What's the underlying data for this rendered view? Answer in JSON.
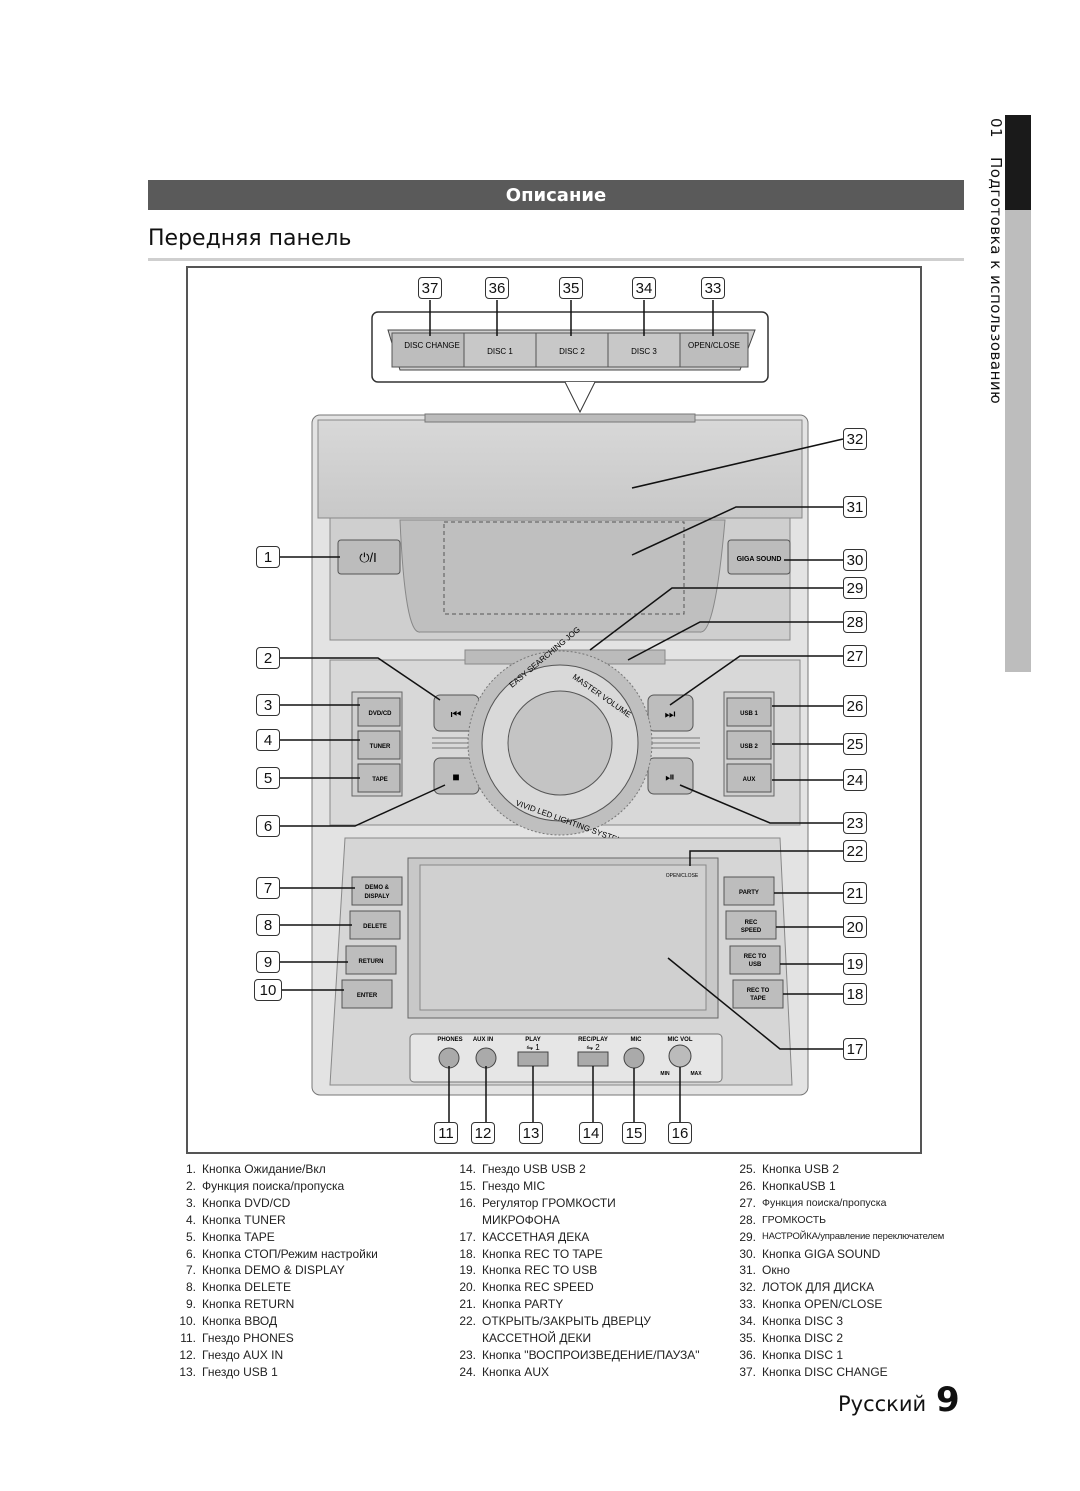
{
  "side_tab": {
    "chapter": "01",
    "title": "Подготовка к использованию"
  },
  "section": {
    "header": "Описание",
    "title": "Передняя панель"
  },
  "device_labels": {
    "disc_change": "DISC CHANGE",
    "disc1": "DISC 1",
    "disc2": "DISC 2",
    "disc3": "DISC 3",
    "open_close": "OPEN/CLOSE",
    "giga_sound": "GIGA SOUND",
    "dvd_cd": "DVD/CD",
    "tuner": "TUNER",
    "tape": "TAPE",
    "usb1": "USB 1",
    "usb2": "USB 2",
    "aux": "AUX",
    "demo1": "DEMO &",
    "demo2": "DISPALY",
    "delete": "DELETE",
    "return": "RETURN",
    "enter": "ENTER",
    "party": "PARTY",
    "rec_speed1": "REC",
    "rec_speed2": "SPEED",
    "rec_usb1": "REC TO",
    "rec_usb2": "USB",
    "rec_tape1": "REC TO",
    "rec_tape2": "TAPE",
    "open_close_small": "OPEN/CLOSE",
    "phones": "PHONES",
    "aux_in": "AUX IN",
    "play": "PLAY",
    "rec_play": "REC/PLAY",
    "mic": "MIC",
    "mic_vol": "MIC VOL",
    "min": "MIN",
    "max": "MAX",
    "jog_left": "EASY SEARCHING JOG",
    "jog_right": "MASTER VOLUME",
    "jog_bottom": "VIVID LED LIGHTING SYSTEM"
  },
  "callouts": [
    "1",
    "2",
    "3",
    "4",
    "5",
    "6",
    "7",
    "8",
    "9",
    "10",
    "11",
    "12",
    "13",
    "14",
    "15",
    "16",
    "17",
    "18",
    "19",
    "20",
    "21",
    "22",
    "23",
    "24",
    "25",
    "26",
    "27",
    "28",
    "29",
    "30",
    "31",
    "32",
    "33",
    "34",
    "35",
    "36",
    "37"
  ],
  "legend": {
    "col1": [
      {
        "n": "1.",
        "t": "Кнопка Ожидание/Вкл"
      },
      {
        "n": "2.",
        "t": "Функция поиска/пропуска"
      },
      {
        "n": "3.",
        "t": "Кнопка DVD/CD"
      },
      {
        "n": "4.",
        "t": "Кнопка TUNER"
      },
      {
        "n": "5.",
        "t": "Кнопка TAPE"
      },
      {
        "n": "6.",
        "t": "Кнопка СТОП/Режим настройки"
      },
      {
        "n": "7.",
        "t": "Кнопка DEMO & DISPLAY"
      },
      {
        "n": "8.",
        "t": "Кнопка DELETE"
      },
      {
        "n": "9.",
        "t": "Кнопка RETURN"
      },
      {
        "n": "10.",
        "t": "Кнопка ВВОД"
      },
      {
        "n": "11.",
        "t": "Гнездо PHONES"
      },
      {
        "n": "12.",
        "t": "Гнездо AUX IN"
      },
      {
        "n": "13.",
        "t": "Гнездо USB 1"
      }
    ],
    "col2": [
      {
        "n": "14.",
        "t": "Гнездо USB USB 2"
      },
      {
        "n": "15.",
        "t": "Гнездо MIC"
      },
      {
        "n": "16.",
        "t": "Регулятор ГРОМКОСТИ"
      },
      {
        "n": "",
        "t": "МИКРОФОНА"
      },
      {
        "n": "17.",
        "t": "КАССЕТНАЯ ДЕКА"
      },
      {
        "n": "18.",
        "t": "Кнопка REC TO TAPE"
      },
      {
        "n": "19.",
        "t": "Кнопка REC TO USB"
      },
      {
        "n": "20.",
        "t": "Кнопка REC SPEED"
      },
      {
        "n": "21.",
        "t": "Кнопка PARTY"
      },
      {
        "n": "22.",
        "t": "ОТКРЫТЬ/ЗАКРЫТЬ ДВЕРЦУ"
      },
      {
        "n": "",
        "t": "КАССЕТНОЙ ДЕКИ"
      },
      {
        "n": "23.",
        "t": "Кнопка \"ВОСПРОИЗВЕДЕНИЕ/ПАУЗА\""
      },
      {
        "n": "24.",
        "t": "Кнопка AUX"
      }
    ],
    "col3": [
      {
        "n": "25.",
        "t": "Кнопка USB 2"
      },
      {
        "n": "26.",
        "t": "КнопкаUSB 1"
      },
      {
        "n": "27.",
        "t": "Функция поиска/пропуска"
      },
      {
        "n": "28.",
        "t": "ГРОМКОСТЬ"
      },
      {
        "n": "29.",
        "t": "НАСТРОЙКА/управление переключателем"
      },
      {
        "n": "30.",
        "t": "Кнопка GIGA SOUND"
      },
      {
        "n": "31.",
        "t": "Окно"
      },
      {
        "n": "32.",
        "t": "ЛОТОК ДЛЯ ДИСКА"
      },
      {
        "n": "33.",
        "t": "Кнопка OPEN/CLOSE"
      },
      {
        "n": "34.",
        "t": "Кнопка DISC 3"
      },
      {
        "n": "35.",
        "t": "Кнопка DISC 2"
      },
      {
        "n": "36.",
        "t": "Кнопка DISC 1"
      },
      {
        "n": "37.",
        "t": "Кнопка DISC CHANGE"
      }
    ]
  },
  "footer": {
    "language": "Русский",
    "page": "9"
  },
  "colors": {
    "bar": "#5a5a5a",
    "device": "#d4d4d4",
    "side_dark": "#1a1a1a",
    "side_light": "#bdbdbd"
  }
}
